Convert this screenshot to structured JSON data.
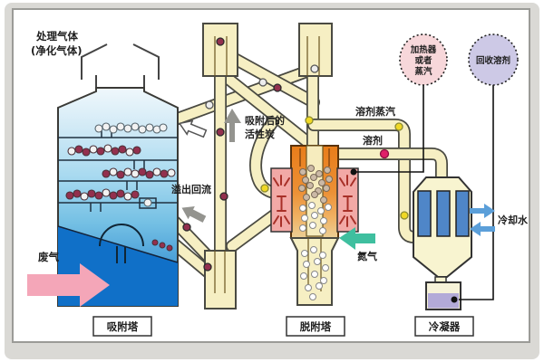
{
  "labels": {
    "process_gas": {
      "line1": "处理气体",
      "line2": "(净化气体)"
    },
    "waste_gas": "废气",
    "adsorber": "吸附塔",
    "desorber": "脱附塔",
    "condenser": "冷凝器",
    "carbon_after": {
      "line1": "吸附后的",
      "line2": "活性炭"
    },
    "overflow_return": "溢出回流",
    "solvent_vapor": "溶剂蒸汽",
    "solvent": "溶剂",
    "nitrogen": "氮气",
    "cooling_water": "冷却水",
    "heater": {
      "line1": "加热器",
      "line2": "或者",
      "line3": "蒸汽"
    },
    "recovered_solvent": "回收溶剂"
  },
  "colors": {
    "pipe_fill": "#f6efc3",
    "pipe_outline": "#4a4a42",
    "waste_gas_arrow": "#f4a6b8",
    "nitrogen_arrow": "#3fbf9f",
    "cooling_arrow": "#5b9fd9",
    "gray_arrow": "#94948f",
    "tower_deep_blue": "#1070c8",
    "desorber_orange": "#e8811f",
    "jacket_pink": "#f2a9a6",
    "heater_circle": "#f7d7da",
    "recovered_circle": "#cdc9e6",
    "condensate_purple": "#b3aad8",
    "condenser_bar_blue": "#4f86c8",
    "carbon_particle_dark": "#93304e",
    "dot_yellow": "#f0d825"
  }
}
